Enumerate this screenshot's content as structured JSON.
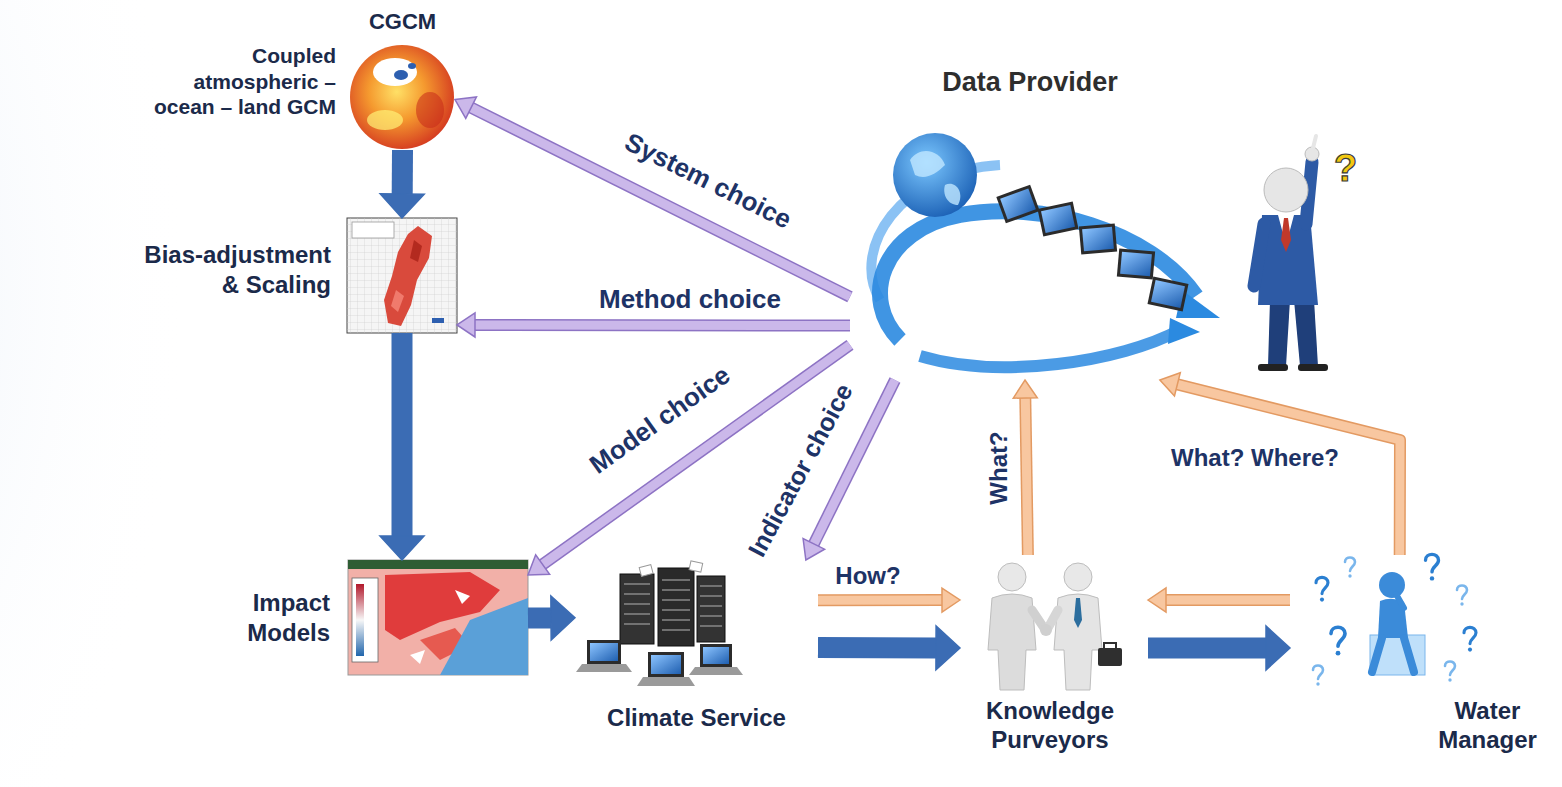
{
  "diagram": {
    "nodes": [
      {
        "text": [
          "CGCM",
          "Coupled atmospheric – ocean – land GCM"
        ]
      },
      {
        "text": [
          "Data Provider"
        ]
      },
      {
        "text": [
          "Bias-adjustment & Scaling"
        ]
      },
      {
        "text": [
          "Impact Models"
        ]
      },
      {
        "text": [
          "Climate Service"
        ]
      },
      {
        "text": [
          "Knowledge Purveyors"
        ]
      },
      {
        "text": [
          "Water Manager"
        ]
      }
    ],
    "edges": [
      {
        "from": 0,
        "to": 2,
        "arrow": "to"
      },
      {
        "from": 2,
        "to": 3,
        "arrow": "to"
      },
      {
        "from": 3,
        "to": 4,
        "arrow": "to"
      },
      {
        "from": 4,
        "to": 5,
        "arrow": "to"
      },
      {
        "from": 5,
        "to": 6,
        "arrow": "to"
      },
      {
        "from": 1,
        "to": 0,
        "label": "System choice",
        "arrow": "to"
      },
      {
        "from": 1,
        "to": 2,
        "label": "Method choice",
        "arrow": "to"
      },
      {
        "from": 1,
        "to": 3,
        "label": "Model choice",
        "arrow": "to"
      },
      {
        "from": 1,
        "to": 4,
        "label": "Indicator choice",
        "arrow": "to"
      },
      {
        "from": 4,
        "to": 5,
        "label": "How?",
        "arrow": "to"
      },
      {
        "from": 5,
        "to": 1,
        "label": "What?",
        "arrow": "to"
      },
      {
        "from": 6,
        "to": 1,
        "label": "What? Where?",
        "arrow": "to"
      },
      {
        "from": 6,
        "to": 5,
        "arrow": "to"
      }
    ],
    "labels": [
      "?"
    ]
  }
}
